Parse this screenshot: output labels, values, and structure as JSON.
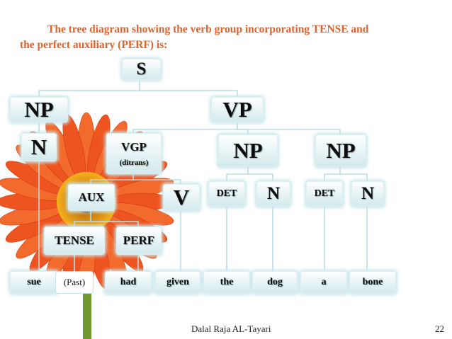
{
  "title": {
    "line1": "The tree diagram showing the verb group incorporating TENSE and",
    "line2": "the perfect auxiliary (PERF) is:"
  },
  "nodes": {
    "s": "S",
    "np_subject": "NP",
    "vp": "VP",
    "n_subject": "N",
    "vgp": "VGP",
    "vgp_sub": "(ditrans)",
    "np_object1": "NP",
    "np_object2": "NP",
    "aux": "AUX",
    "v": "V",
    "det1": "DET",
    "n1": "N",
    "det2": "DET",
    "n2": "N",
    "tense": "TENSE",
    "perf": "PERF"
  },
  "leaves": {
    "sue": "sue",
    "past": "(Past)",
    "had": "had",
    "given": "given",
    "the": "the",
    "dog": "dog",
    "a": "a",
    "bone": "bone"
  },
  "footer": {
    "author": "Dalal Raja AL-Tayari",
    "page": "22"
  },
  "colors": {
    "title": "#e0622a",
    "node_glow": "#c8e6ea",
    "connector": "#b9dde2",
    "flower_petal": "#e8461a",
    "flower_center": "#f4a316",
    "stem": "#6f9a2f"
  },
  "decorations": [
    "red-gerbera-flower-image"
  ]
}
